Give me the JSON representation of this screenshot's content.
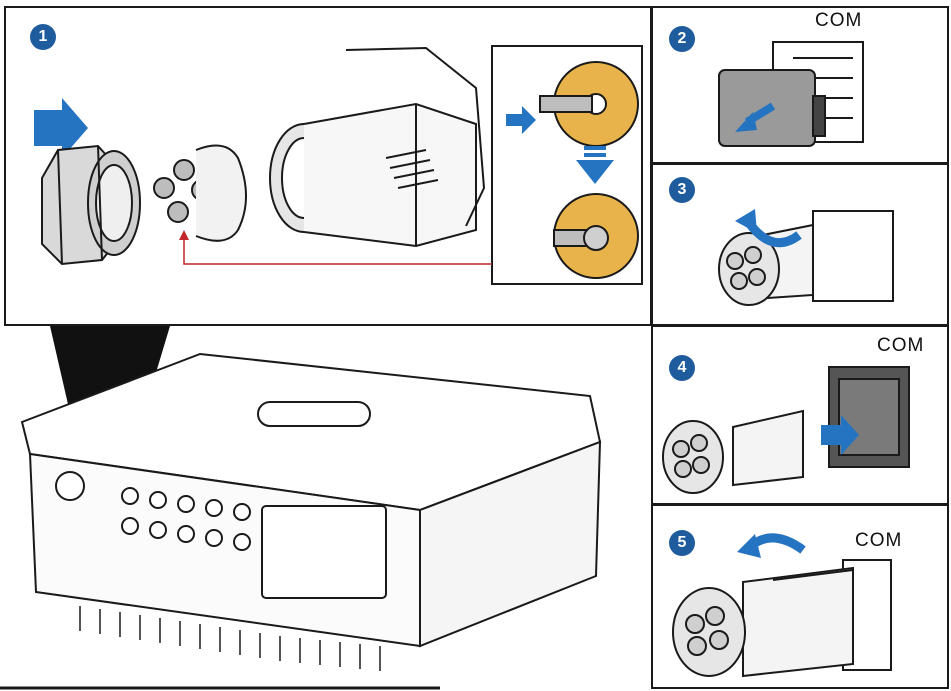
{
  "colors": {
    "badge": "#1f5c9e",
    "arrow": "#2474c2",
    "seal_yellow": "#e8b34a",
    "guide_line": "#c0272d",
    "outline": "#1a1a1a"
  },
  "steps": [
    {
      "number": "1"
    },
    {
      "number": "2",
      "label": "COM"
    },
    {
      "number": "3"
    },
    {
      "number": "4",
      "label": "COM"
    },
    {
      "number": "5",
      "label": "COM"
    }
  ],
  "icons": [
    "push-arrow-icon",
    "down-arrow-icon",
    "rotate-arrow-icon",
    "insert-arrow-icon"
  ]
}
